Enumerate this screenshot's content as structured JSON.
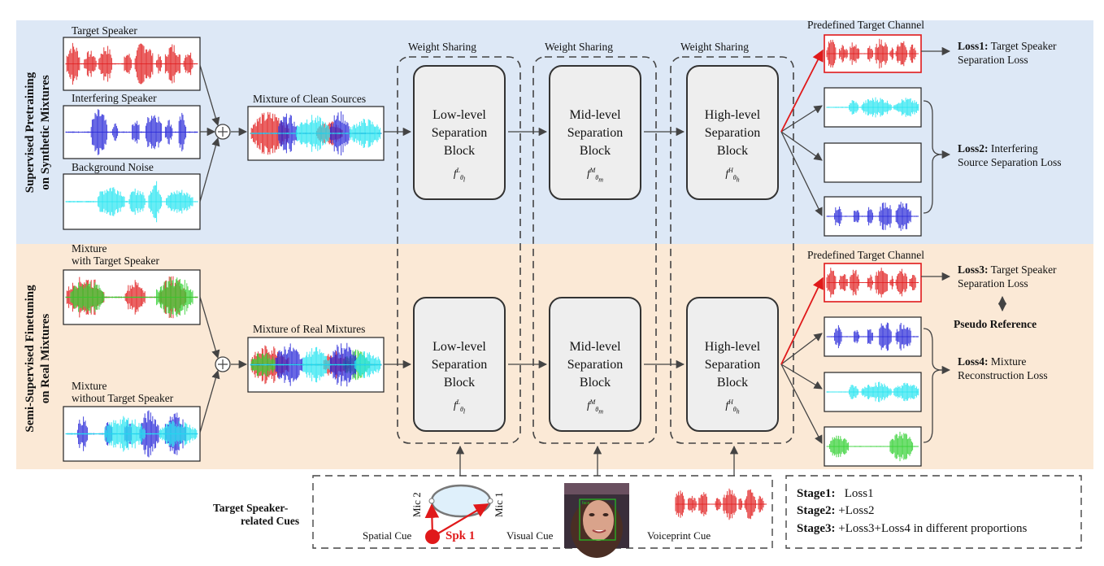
{
  "colors": {
    "top_band": "#dde8f6",
    "bottom_band": "#fbe9d6",
    "red": "#e0191a",
    "blue": "#2323d8",
    "cyan": "#22e4f0",
    "green": "#2ed02e"
  },
  "stages": {
    "top_title": [
      "Supervised Pretraining",
      "on Synthetic Mixtures"
    ],
    "bottom_title": [
      "Semi-Supervised Finetuning",
      "on Real Mixtures"
    ]
  },
  "inputs_top": {
    "target": "Target Speaker",
    "interfering": "Interfering Speaker",
    "noise": "Background Noise",
    "mixture": "Mixture of Clean Sources"
  },
  "inputs_bottom": {
    "with_target": [
      "Mixture",
      "with Target Speaker"
    ],
    "without_target": [
      "Mixture",
      "without Target Speaker"
    ],
    "mixture": "Mixture of Real Mixtures"
  },
  "weight_sharing": "Weight Sharing",
  "blocks": [
    {
      "name": [
        "Low-level",
        "Separation",
        "Block"
      ],
      "sup": "L",
      "sub": "l"
    },
    {
      "name": [
        "Mid-level",
        "Separation",
        "Block"
      ],
      "sup": "M",
      "sub": "m"
    },
    {
      "name": [
        "High-level",
        "Separation",
        "Block"
      ],
      "sup": "H",
      "sub": "h"
    }
  ],
  "predefined_channel": "Predefined Target Channel",
  "losses_top": [
    {
      "key": "Loss1:",
      "text": [
        "Target Speaker",
        "Separation Loss"
      ]
    },
    {
      "key": "Loss2:",
      "text": [
        "Interfering",
        "Source Separation Loss"
      ]
    }
  ],
  "losses_bottom": [
    {
      "key": "Loss3:",
      "text": [
        "Target Speaker",
        "Separation Loss"
      ]
    },
    {
      "key": "Loss4:",
      "text": [
        "Mixture",
        "Reconstruction Loss"
      ]
    }
  ],
  "pseudo_reference": "Pseudo Reference",
  "cues": {
    "title": [
      "Target Speaker-",
      "related Cues"
    ],
    "spatial": "Spatial Cue",
    "mic1": "Mic 1",
    "mic2": "Mic 2",
    "spk": "Spk 1",
    "visual": "Visual Cue",
    "voiceprint": "Voiceprint Cue"
  },
  "schedule": [
    {
      "stage": "Stage1:",
      "text": "Loss1"
    },
    {
      "stage": "Stage2:",
      "text": "+Loss2"
    },
    {
      "stage": "Stage3:",
      "text": "+Loss3+Loss4 in different proportions"
    }
  ]
}
